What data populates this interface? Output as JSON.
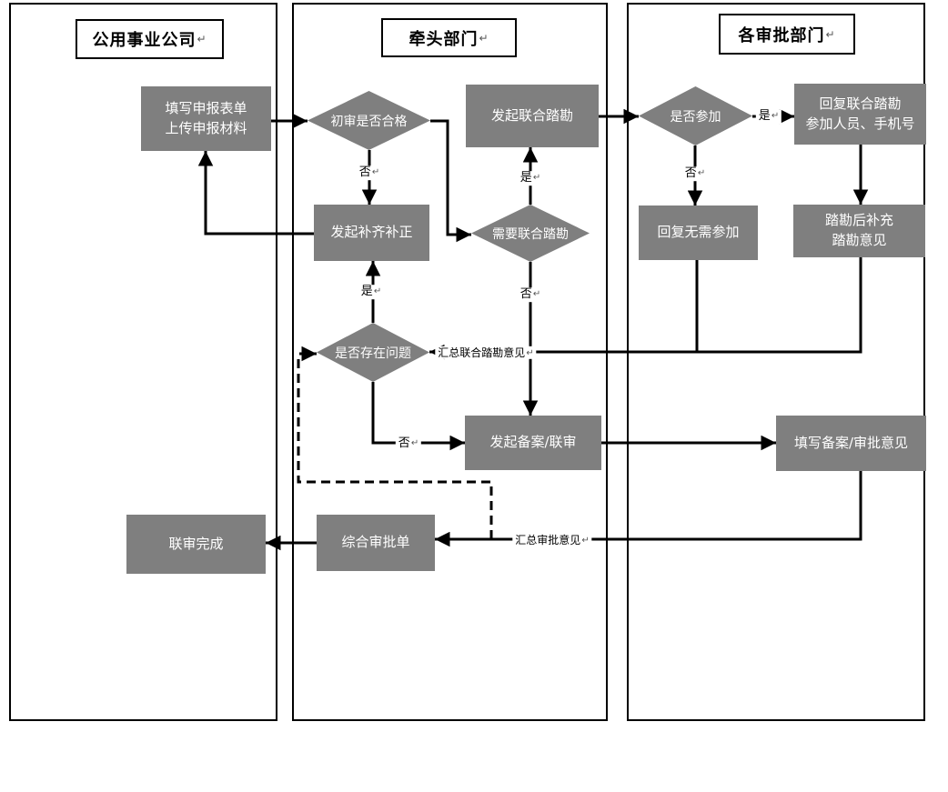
{
  "marks": {
    "return": "↵"
  },
  "colors": {
    "node_fill": "#7f7f7f",
    "node_text": "#ffffff",
    "line": "#000000",
    "lane_border": "#000000",
    "background": "#ffffff"
  },
  "lanes": [
    {
      "title": "公用事业公司"
    },
    {
      "title": "牵头部门"
    },
    {
      "title": "各审批部门"
    }
  ],
  "nodes": {
    "fill_application": {
      "label": "填写申报表单\n上传申报材料"
    },
    "initiate_supplement": {
      "label": "发起补齐补正"
    },
    "review_complete": {
      "label": "联审完成"
    },
    "decision_initial_review": {
      "label": "初审是否合格"
    },
    "initiate_joint_survey": {
      "label": "发起联合踏勘"
    },
    "decision_need_survey": {
      "label": "需要联合踏勘"
    },
    "decision_has_issues": {
      "label": "是否存在问题"
    },
    "initiate_filing_review": {
      "label": "发起备案/联审"
    },
    "comprehensive_approval_form": {
      "label": "综合审批单"
    },
    "decision_participate": {
      "label": "是否参加"
    },
    "reply_survey_participants": {
      "label": "回复联合踏勘\n参加人员、手机号"
    },
    "reply_no_participation": {
      "label": "回复无需参加"
    },
    "supplement_survey_opinion": {
      "label": "踏勘后补充\n踏勘意见"
    },
    "fill_filing_opinion": {
      "label": "填写备案/审批意见"
    }
  },
  "edge_labels": {
    "initial_review_no": "否",
    "need_survey_yes": "是",
    "has_issues_yes": "是",
    "need_survey_no": "否",
    "has_issues_no": "否",
    "participate_yes": "是",
    "participate_no": "否",
    "summarize_survey_opinions": "汇总联合踏勘意见",
    "summarize_approval_opinions": "汇总审批意见"
  }
}
